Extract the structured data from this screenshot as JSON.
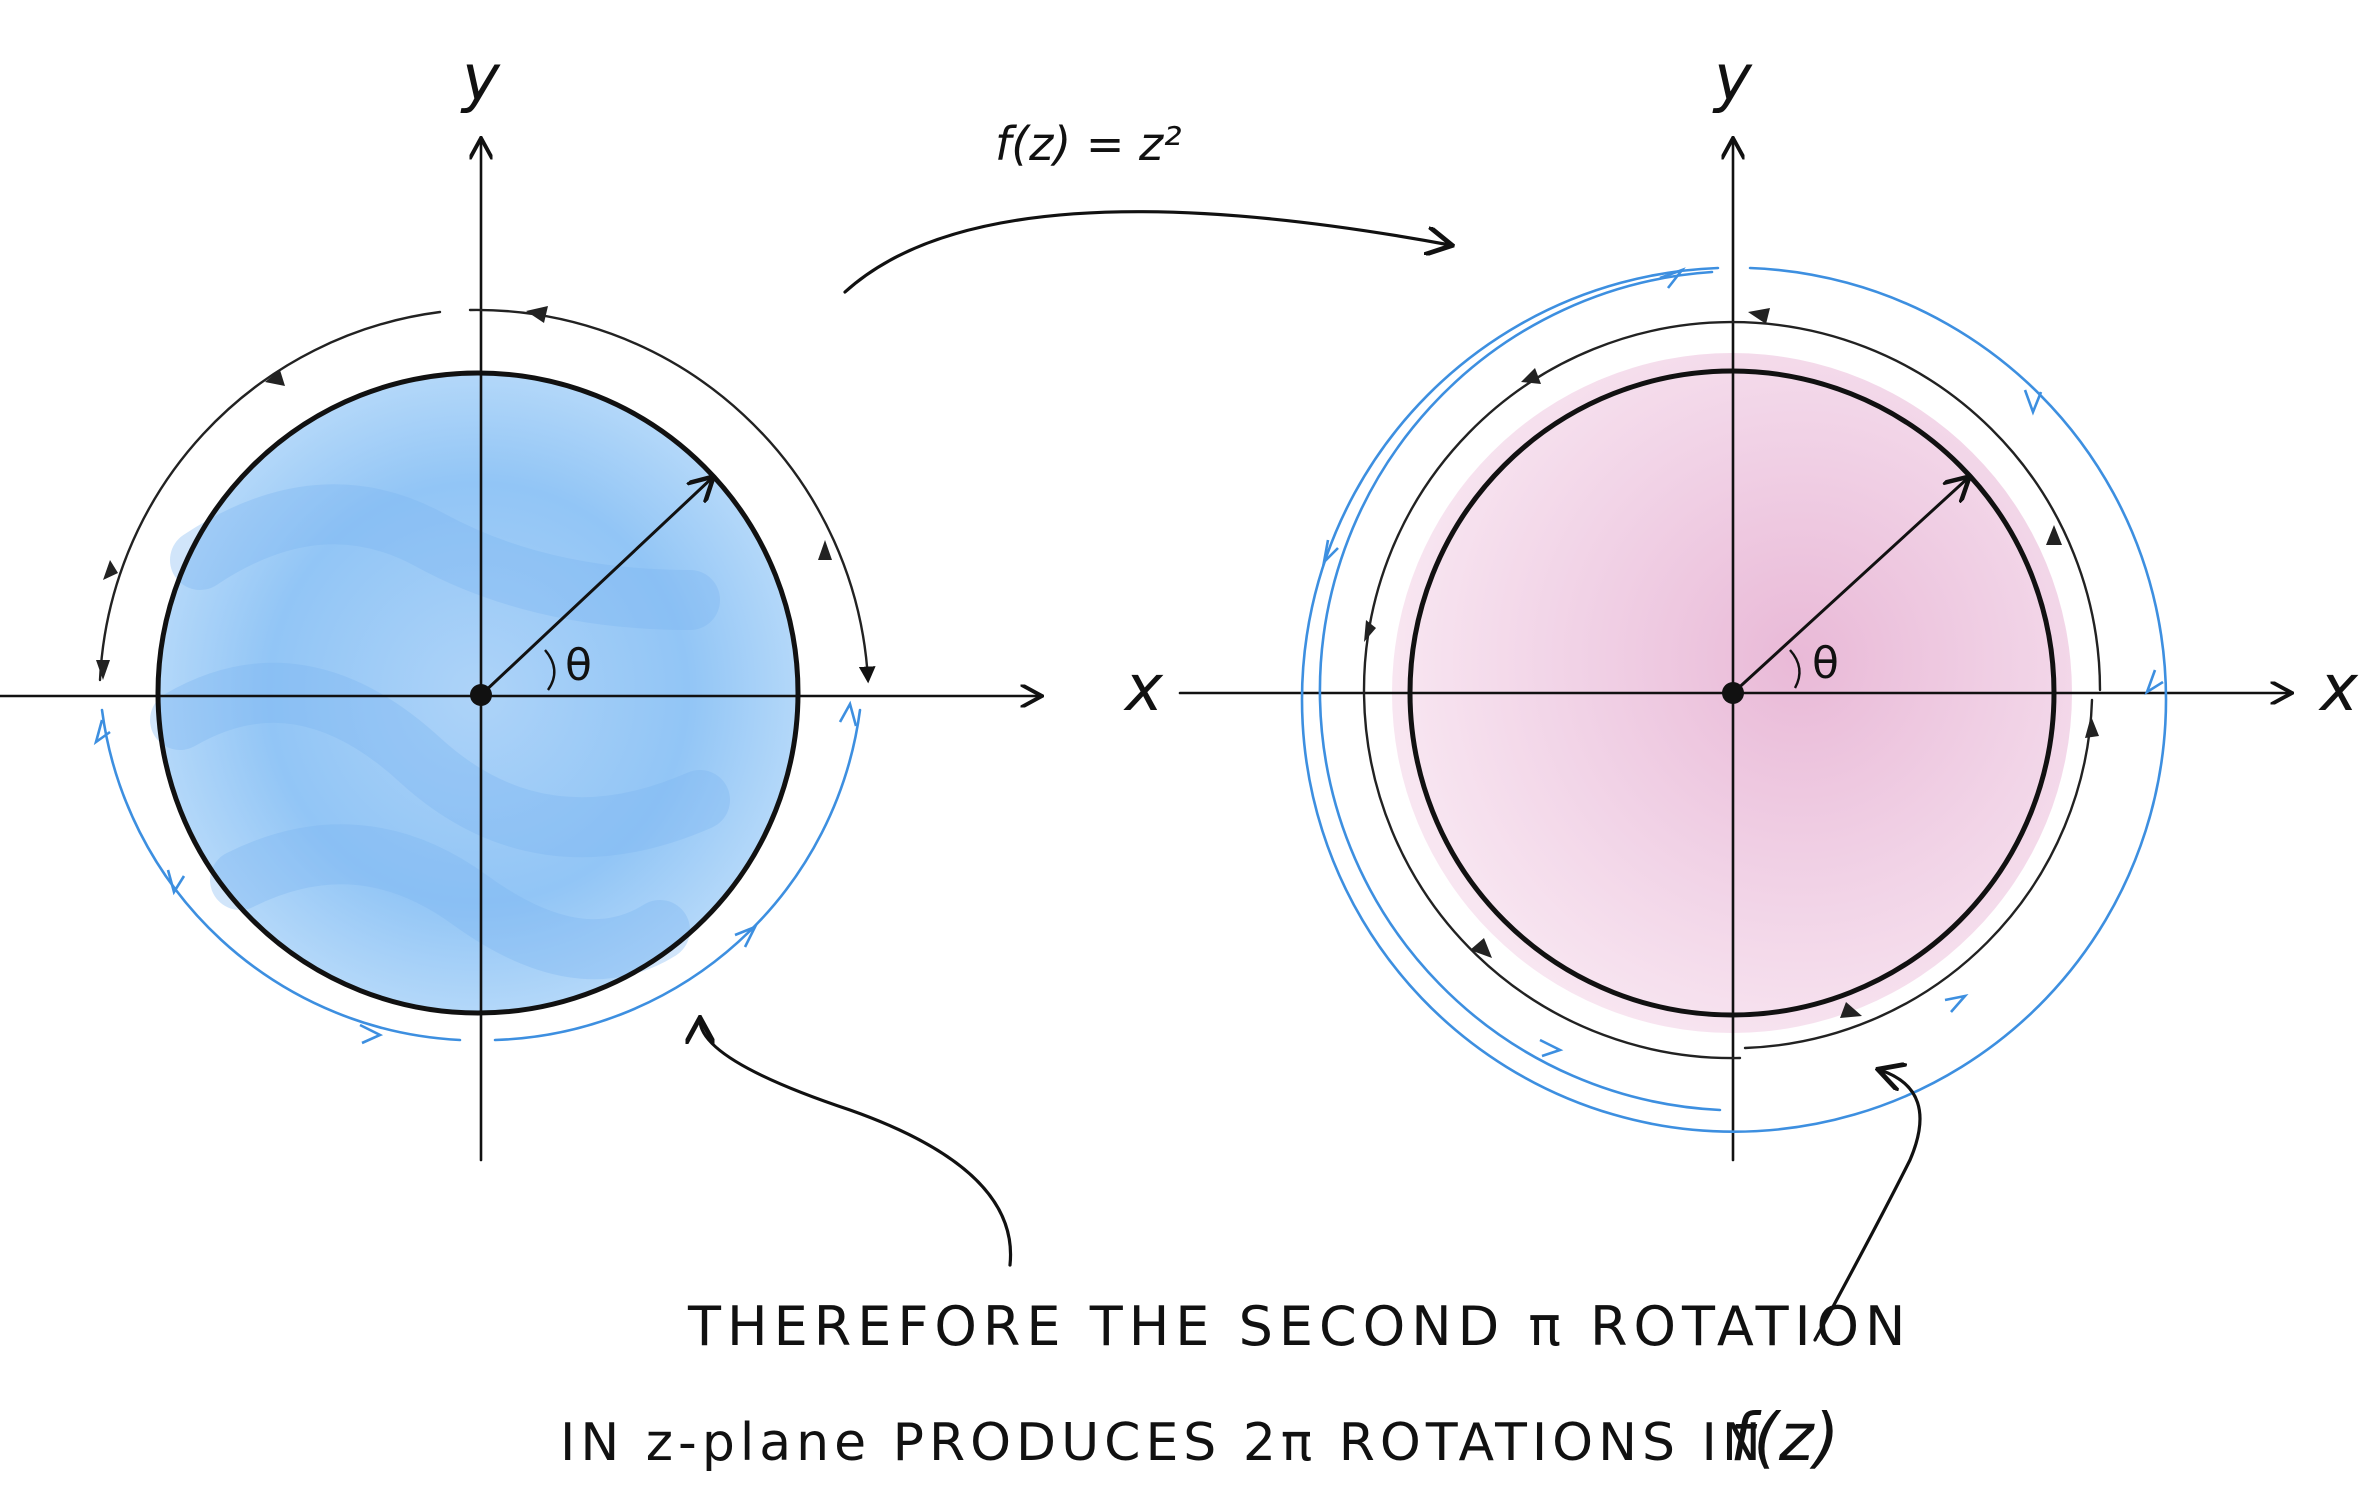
{
  "mapping_label": "f(z) = z²",
  "left_plane": {
    "x_label": "x",
    "y_label": "y",
    "angle_label": "θ",
    "fill_color": "#8cc2f5"
  },
  "right_plane": {
    "x_label": "x",
    "y_label": "y",
    "angle_label": "θ",
    "fill_color": "#ecc3de"
  },
  "orbit_colors": {
    "first_rotation": "#222222",
    "second_rotation": "#3d8fe0"
  },
  "caption": {
    "line1": "THEREFORE THE SECOND π ROTATION",
    "line2_part1": "IN z-plane PRODUCES 2π ROTATIONS IN",
    "line2_part2": "f(z)"
  }
}
